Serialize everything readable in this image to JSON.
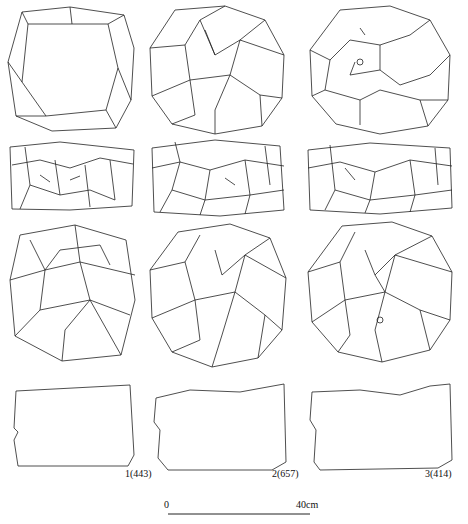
{
  "diagram": {
    "labels": [
      "1(443)",
      "2(657)",
      "3(414)",
      "0",
      "40cm"
    ]
  }
}
